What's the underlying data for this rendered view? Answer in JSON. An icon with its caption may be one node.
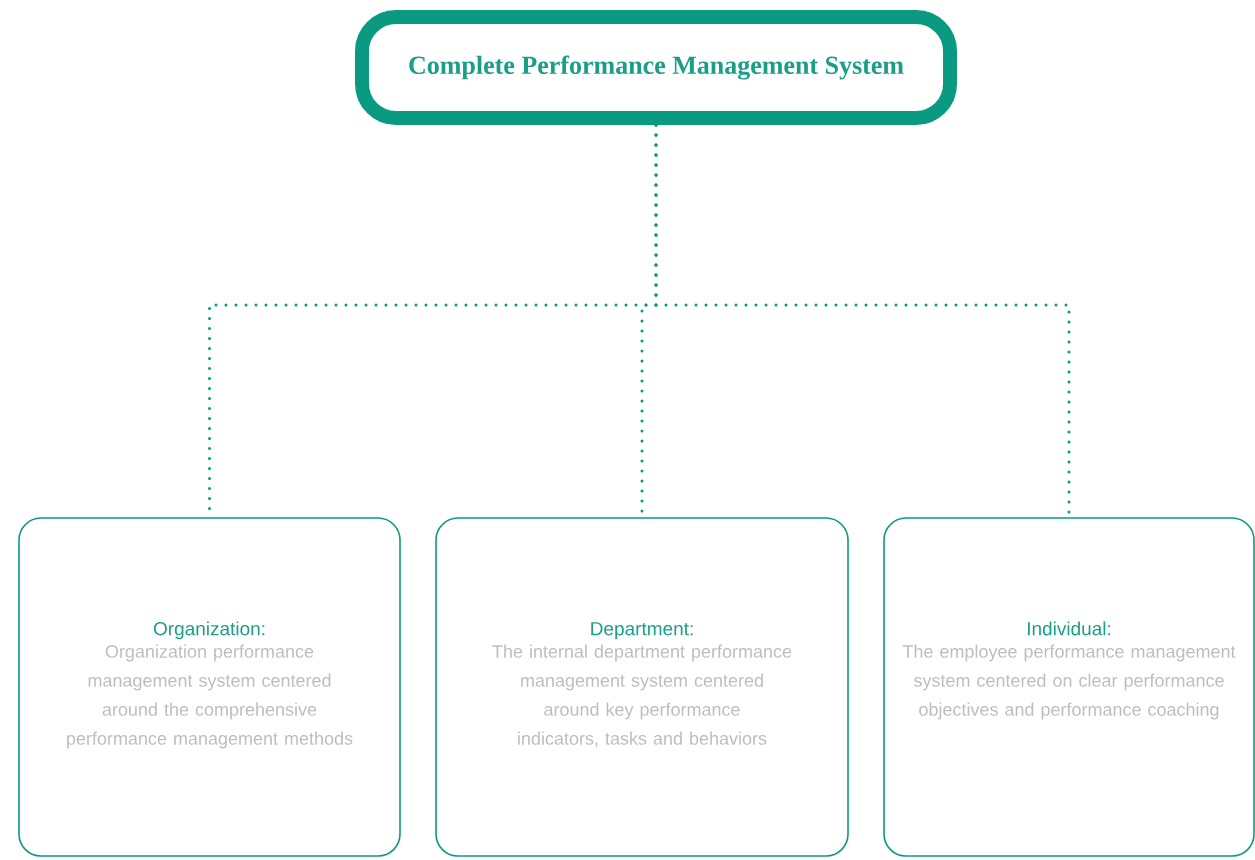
{
  "diagram": {
    "nodes": [
      {
        "text": [
          "Complete Performance Management System"
        ]
      },
      {
        "text": [
          "Organization:",
          "Organization performance management system centered around the comprehensive performance management methods"
        ]
      },
      {
        "text": [
          "Department:",
          "The internal department performance management system centered around key performance indicators, tasks and behaviors"
        ]
      },
      {
        "text": [
          "Individual:",
          "The employee performance management system centered on clear performance objectives and performance coaching"
        ]
      }
    ],
    "edges": [
      {
        "from": 0,
        "to": 1,
        "arrow": "none"
      },
      {
        "from": 0,
        "to": 2,
        "arrow": "none"
      },
      {
        "from": 0,
        "to": 3,
        "arrow": "none"
      }
    ]
  }
}
